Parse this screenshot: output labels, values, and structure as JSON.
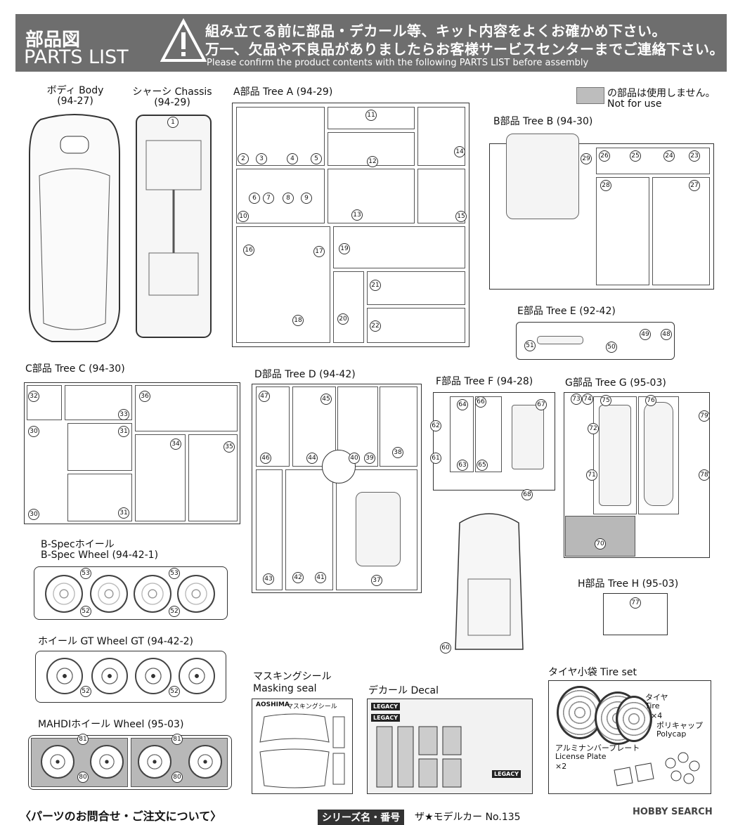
{
  "header": {
    "title_ja": "部品図",
    "title_en": "PARTS LIST",
    "notice_1": "組み立てる前に部品・デカール等、キット内容をよくお確かめ下さい。",
    "notice_2": "万一、欠品や不良品がありましたらお客様サービスセンターまでご連絡下さい。",
    "notice_3": "Please confirm the product contents with the following PARTS LIST before assembly"
  },
  "legend": {
    "not_used_ja": "の部品は使用しません。",
    "not_used_en": "Not for use"
  },
  "trees": {
    "body": {
      "label": "ボディ Body",
      "code": "(94-27)"
    },
    "chassis": {
      "label": "シャーシ Chassis",
      "code": "(94-29)",
      "parts": [
        "1"
      ]
    },
    "a": {
      "label": "A部品 Tree A (94-29)",
      "parts": [
        "2",
        "3",
        "4",
        "5",
        "6",
        "7",
        "8",
        "9",
        "10",
        "11",
        "12",
        "13",
        "14",
        "15",
        "16",
        "17",
        "18",
        "19",
        "20",
        "21",
        "22"
      ]
    },
    "b": {
      "label": "B部品 Tree B (94-30)",
      "parts": [
        "29",
        "26",
        "25",
        "24",
        "23",
        "28",
        "27"
      ]
    },
    "c": {
      "label": "C部品 Tree C (94-30)",
      "parts": [
        "32",
        "33",
        "36",
        "30",
        "31",
        "34",
        "35",
        "30",
        "31"
      ]
    },
    "d": {
      "label": "D部品 Tree D (94-42)",
      "parts": [
        "47",
        "45",
        "46",
        "44",
        "40",
        "39",
        "38",
        "43",
        "42",
        "41",
        "37"
      ]
    },
    "e": {
      "label": "E部品 Tree E (92-42)",
      "parts": [
        "51",
        "50",
        "49",
        "48"
      ]
    },
    "f": {
      "label": "F部品 Tree F (94-28)",
      "parts": [
        "64",
        "66",
        "67",
        "62",
        "61",
        "63",
        "65",
        "68",
        "60"
      ]
    },
    "g": {
      "label": "G部品 Tree G (95-03)",
      "parts": [
        "73",
        "74",
        "75",
        "76",
        "72",
        "79",
        "71",
        "78",
        "70"
      ]
    },
    "h": {
      "label": "H部品 Tree H (95-03)",
      "parts": [
        "77"
      ]
    }
  },
  "wheels": {
    "bspec_label_1": "B-Specホイール",
    "bspec_label_2": "B-Spec Wheel (94-42-1)",
    "bspec_parts": [
      "53",
      "53",
      "52",
      "52"
    ],
    "gt_label": "ホイール GT Wheel GT (94-42-2)",
    "gt_parts": [
      "52",
      "52"
    ],
    "mahdi_label": "MAHDIホイール Wheel (95-03)",
    "mahdi_parts": [
      "81",
      "81",
      "80",
      "80"
    ]
  },
  "masking": {
    "label_ja": "マスキングシール",
    "label_en": "Masking seal",
    "brand": "AOSHIMA",
    "seal_title": "マスキングシール"
  },
  "decal": {
    "label": "デカール Decal",
    "text_1": "LEGACY",
    "text_2": "LEGACY",
    "text_3": "LEGACY"
  },
  "tireset": {
    "label": "タイヤ小袋 Tire set",
    "tire_ja": "タイヤ",
    "tire_en": "Tire",
    "tire_qty": "×4",
    "polycap_ja": "ポリキャップ",
    "polycap_en": "Polycap",
    "plate_ja": "アルミナンバープレート",
    "plate_en": "License Plate",
    "plate_qty": "×2"
  },
  "footer": {
    "inquiry": "〈パーツのお問合せ・ご注文について〉",
    "series_tag": "シリーズ名・番号",
    "series_val": "ザ★モデルカー No.135",
    "watermark": "HOBBY SEARCH"
  }
}
